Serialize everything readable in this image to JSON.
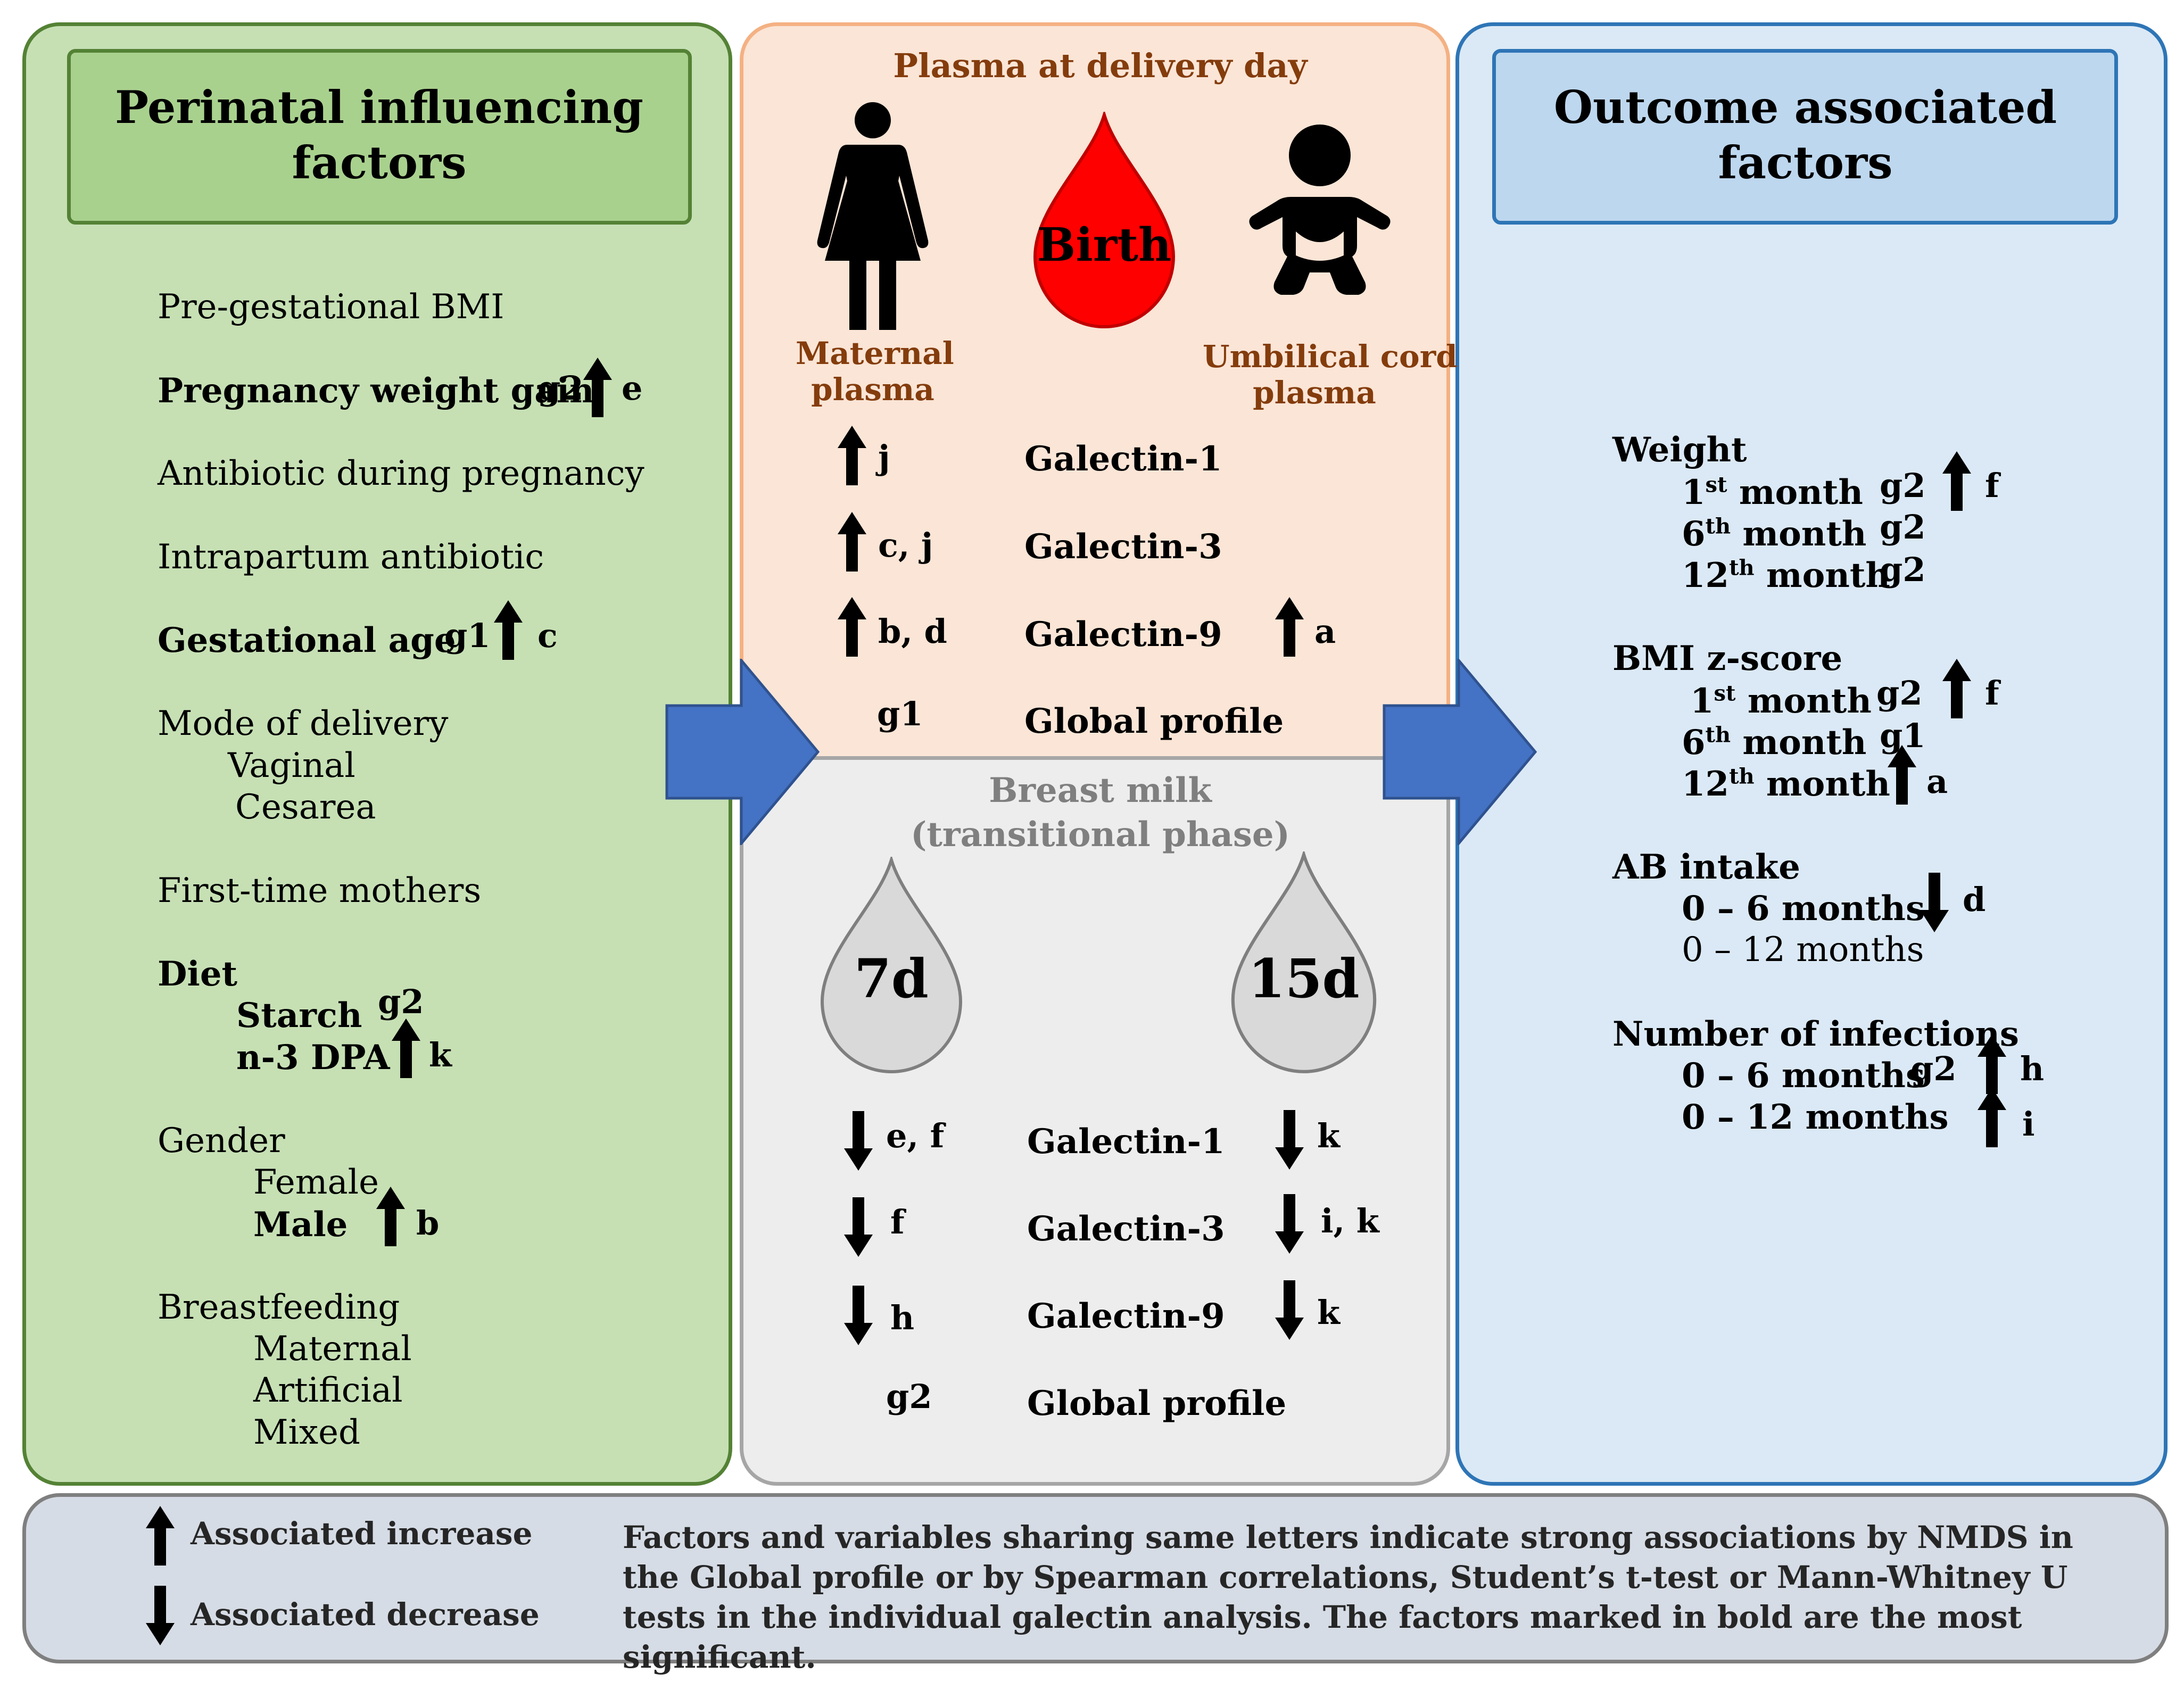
{
  "left": {
    "title": "Perinatal influencing factors",
    "pregestational_bmi": "Pre-gestational BMI",
    "pregnancy_weight_gain": "Pregnancy weight gain",
    "pregnancy_weight_gain_group": "g2",
    "pregnancy_weight_gain_letter": "e",
    "antibiotic_pregnancy": "Antibiotic during pregnancy",
    "intrapartum_antibiotic": "Intrapartum antibiotic",
    "gestational_age": "Gestational age",
    "gestational_age_group": "g1",
    "gestational_age_letter": "c",
    "mode_of_delivery": "Mode of delivery",
    "vaginal": "Vaginal",
    "cesarea": "Cesarea",
    "first_time_mothers": "First-time mothers",
    "diet": "Diet",
    "starch": "Starch",
    "starch_group": "g2",
    "n3dpa": "n-3 DPA",
    "n3dpa_letter": "k",
    "gender": "Gender",
    "female": "Female",
    "male": "Male",
    "male_letter": "b",
    "breastfeeding": "Breastfeeding",
    "maternal": "Maternal",
    "artificial": "Artificial",
    "mixed": "Mixed"
  },
  "plasma": {
    "title": "Plasma at delivery day",
    "birth": "Birth",
    "maternal_line1": "Maternal",
    "maternal_line2": "plasma",
    "cord_line1": "Umbilical cord",
    "cord_line2": "plasma",
    "rows": [
      {
        "label": "Galectin-1",
        "maternal": "j",
        "cord": ""
      },
      {
        "label": "Galectin-3",
        "maternal": "c, j",
        "cord": ""
      },
      {
        "label": "Galectin-9",
        "maternal": "b, d",
        "cord": "a"
      },
      {
        "label": "Global profile",
        "maternal": "g1",
        "cord": ""
      }
    ]
  },
  "milk": {
    "title_line1": "Breast milk",
    "title_line2": "(transitional phase)",
    "drop_7d": "7d",
    "drop_15d": "15d",
    "rows": [
      {
        "label": "Galectin-1",
        "d7": "e, f",
        "d15": "k"
      },
      {
        "label": "Galectin-3",
        "d7": "f",
        "d15": "i, k"
      },
      {
        "label": "Galectin-9",
        "d7": "h",
        "d15": "k"
      },
      {
        "label": "Global profile",
        "d7": "g2",
        "d15": ""
      }
    ]
  },
  "right": {
    "title": "Outcome associated factors",
    "weight": "Weight",
    "weight_1": "1",
    "weight_1_sup": "st",
    "weight_1_rest": " month",
    "weight_1_group": "g2",
    "weight_1_letter": "f",
    "weight_6": "6",
    "weight_6_sup": "th",
    "weight_6_rest": " month",
    "weight_6_group": "g2",
    "weight_12": "12",
    "weight_12_sup": "th",
    "weight_12_rest": " month",
    "weight_12_group": "g2",
    "bmi": "BMI z-score",
    "bmi_1": "1",
    "bmi_1_sup": "st",
    "bmi_1_rest": " month",
    "bmi_1_group": "g2",
    "bmi_1_letter": "f",
    "bmi_6": "6",
    "bmi_6_sup": "th",
    "bmi_6_rest": " month",
    "bmi_6_group": "g1",
    "bmi_12": "12",
    "bmi_12_sup": "th",
    "bmi_12_rest": " month",
    "bmi_12_letter": "a",
    "ab_intake": "AB intake",
    "ab_6": "0 – 6 months",
    "ab_6_letter": "d",
    "ab_12": "0 – 12 months",
    "infections": "Number of infections",
    "inf_6": "0 – 6 months",
    "inf_6_group": "g2",
    "inf_6_letter": "h",
    "inf_12": "0 – 12 months",
    "inf_12_letter": "i"
  },
  "legend": {
    "increase": "Associated increase",
    "decrease": "Associated decrease",
    "note": "Factors and variables sharing same letters indicate strong associations by NMDS in the Global profile or by Spearman correlations, Student’s t-test or Mann-Whitney U tests in the individual galectin analysis. The factors marked in bold are the most significant."
  },
  "colors": {
    "left_fill": "#c6e0b4",
    "left_border": "#548235",
    "right_fill": "#dbe9f6",
    "right_border": "#2e75b6",
    "plasma_fill": "#fbe5d6",
    "milk_fill": "#ededed",
    "blood_red": "#ff0000",
    "flow_arrow": "#4472c4"
  },
  "icons": {
    "up": "up-arrow-icon",
    "down": "down-arrow-icon",
    "mother": "woman-icon",
    "baby": "baby-icon",
    "blood": "blood-drop-icon",
    "milk": "milk-drop-icon"
  }
}
